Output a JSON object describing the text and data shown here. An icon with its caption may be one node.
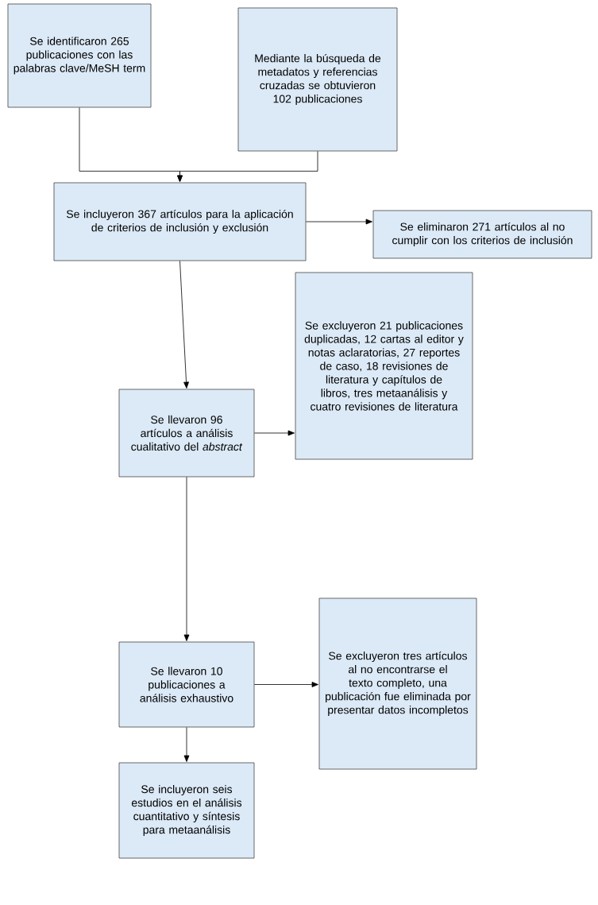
{
  "diagram": {
    "nodes": [
      {
        "text": [
          "Se identificaron 265 publicaciones con las palabras clave/MeSH term"
        ]
      },
      {
        "text": [
          "Mediante la búsqueda de metadatos y referencias cruzadas se obtuvieron 102 publicaciones"
        ]
      },
      {
        "text": [
          "Se incluyeron 367 artículos para la aplicación de criterios de inclusión y exclusión"
        ]
      },
      {
        "text": [
          "Se eliminaron 271 artículos al no cumplir con los criterios de inclusión"
        ]
      },
      {
        "text": [
          "Se excluyeron 21 publicaciones duplicadas, 12 cartas al editor y notas aclaratorias, 27 reportes de caso, 18 revisiones de literatura y capítulos de libros, tres metaanálisis y cuatro revisiones de literatura"
        ]
      },
      {
        "text": [
          "Se llevaron 96 artículos a análisis cualitativo del *abstract*"
        ]
      },
      {
        "text": [
          "Se excluyeron tres artículos al no encontrarse el texto completo, una publicación fue eliminada por presentar datos incompletos"
        ]
      },
      {
        "text": [
          "Se llevaron 10 publicaciones a análisis exhaustivo"
        ]
      },
      {
        "text": [
          "Se incluyeron seis estudios en el análisis cuantitativo y síntesis para metaanálisis"
        ]
      }
    ],
    "edges": [
      {
        "from": 0,
        "to": 2,
        "arrow": "to"
      },
      {
        "from": 1,
        "to": 2,
        "arrow": "to"
      },
      {
        "from": 2,
        "to": 3,
        "arrow": "to"
      },
      {
        "from": 2,
        "to": 5,
        "arrow": "to"
      },
      {
        "from": 5,
        "to": 4,
        "arrow": "to"
      },
      {
        "from": 5,
        "to": 7,
        "arrow": "to"
      },
      {
        "from": 7,
        "to": 6,
        "arrow": "to"
      },
      {
        "from": 7,
        "to": 8,
        "arrow": "to"
      }
    ]
  }
}
